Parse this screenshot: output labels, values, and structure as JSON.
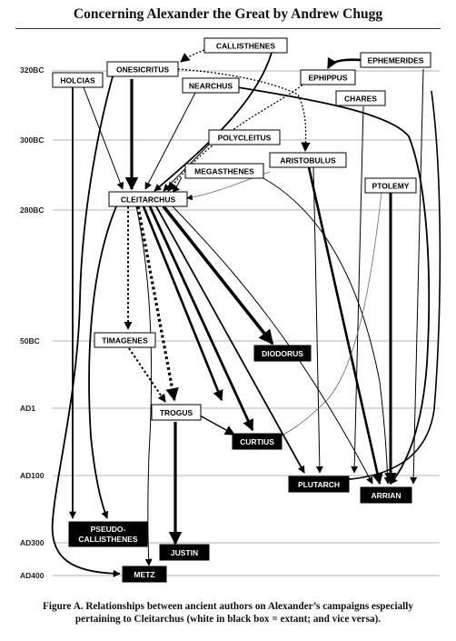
{
  "title": "Concerning Alexander the Great by Andrew Chugg",
  "caption": {
    "line1": "Figure A. Relationships between ancient authors on Alexander’s campaigns especially",
    "line2": "pertaining to Cleitarchus (white in black box = extant; and vice versa)."
  },
  "eras": [
    "320BC",
    "300BC",
    "280BC",
    "50BC",
    "AD1",
    "AD100",
    "AD300",
    "AD400"
  ],
  "nodes": {
    "callisthenes": {
      "label": "CALLISTHENES",
      "extant": false
    },
    "ephemerides": {
      "label": "EPHEMERIDES",
      "extant": false
    },
    "holcias": {
      "label": "HOLCIAS",
      "extant": false
    },
    "onesicritus": {
      "label": "ONESICRITUS",
      "extant": false
    },
    "ephippus": {
      "label": "EPHIPPUS",
      "extant": false
    },
    "nearchus": {
      "label": "NEARCHUS",
      "extant": false
    },
    "chares": {
      "label": "CHARES",
      "extant": false
    },
    "polycleitus": {
      "label": "POLYCLEITUS",
      "extant": false
    },
    "aristobulus": {
      "label": "ARISTOBULUS",
      "extant": false
    },
    "megasthenes": {
      "label": "MEGASTHENES",
      "extant": false
    },
    "ptolemy": {
      "label": "PTOLEMY",
      "extant": false
    },
    "cleitarchus": {
      "label": "CLEITARCHUS",
      "extant": false
    },
    "timagenes": {
      "label": "TIMAGENES",
      "extant": false
    },
    "diodorus": {
      "label": "DIODORUS",
      "extant": true
    },
    "trogus": {
      "label": "TROGUS",
      "extant": false
    },
    "curtius": {
      "label": "CURTIUS",
      "extant": true
    },
    "plutarch": {
      "label": "PLUTARCH",
      "extant": true
    },
    "arrian": {
      "label": "ARRIAN",
      "extant": true
    },
    "pseudo_callisthenes": {
      "label_line1": "PSEUDO-",
      "label_line2": "CALLISTHENES",
      "extant": true
    },
    "justin": {
      "label": "JUSTIN",
      "extant": true
    },
    "metz": {
      "label": "METZ",
      "extant": true
    }
  },
  "colors": {
    "extant_fill": "#000000",
    "extant_text": "#ffffff",
    "lost_fill": "#ffffff",
    "lost_text": "#000000",
    "arrow": "#000000",
    "era_line": "#b4b4b4"
  }
}
